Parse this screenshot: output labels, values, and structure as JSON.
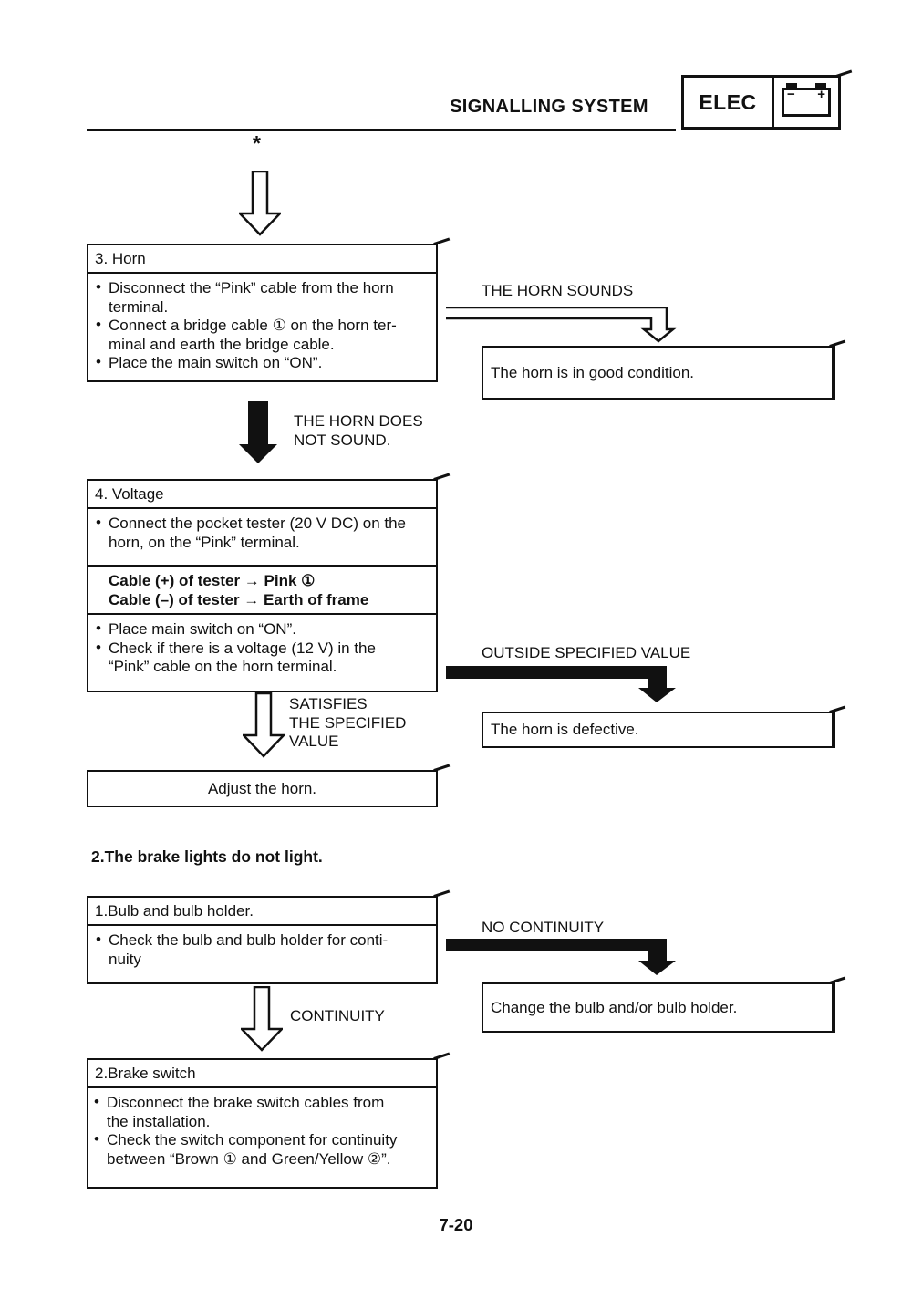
{
  "colors": {
    "ink": "#111111",
    "paper": "#ffffff"
  },
  "header": {
    "title": "SIGNALLING SYSTEM",
    "tab": {
      "label": "ELEC",
      "battery_minus": "−",
      "battery_plus": "+"
    }
  },
  "flow_horn": {
    "asterisk": "*",
    "step3": {
      "header": "3. Horn",
      "bullets": [
        "Disconnect the “Pink” cable from the horn\nterminal.",
        "Connect a bridge cable ① on the horn ter-\nminal and earth the bridge cable.",
        "Place the main switch on “ON”."
      ]
    },
    "horn_sounds_label": "THE HORN SOUNDS",
    "horn_good_box": "The horn is in good condition.",
    "horn_not_sound_label": "THE HORN DOES\nNOT SOUND.",
    "step4": {
      "header": "4. Voltage",
      "bullets_top": [
        "Connect the pocket tester (20 V DC) on the\nhorn, on the “Pink” terminal."
      ],
      "tester_lines": [
        "Cable (+) of tester  → Pink ①",
        "Cable (–) of tester → Earth of frame"
      ],
      "bullets_bottom": [
        "Place main switch on “ON”.",
        "Check if there is a voltage (12 V) in the\n“Pink” cable on the horn terminal."
      ]
    },
    "outside_value_label": "OUTSIDE SPECIFIED VALUE",
    "horn_defective_box": "The horn is defective.",
    "satisfies_label": "SATISFIES\nTHE SPECIFIED\nVALUE",
    "adjust_horn_box": "Adjust the horn."
  },
  "flow_brake": {
    "heading": "2.The brake lights do not light.",
    "step1": {
      "header": "1.Bulb and bulb holder.",
      "bullets": [
        "Check the bulb and bulb holder for conti-\nnuity"
      ]
    },
    "no_continuity_label": "NO CONTINUITY",
    "change_bulb_box": "Change the bulb and/or bulb holder.",
    "continuity_label": "CONTINUITY",
    "step2": {
      "header": "2.Brake switch",
      "bullets": [
        "Disconnect the brake switch cables from\nthe installation.",
        "Check the switch component for continuity\nbetween “Brown ① and Green/Yellow ②”."
      ]
    }
  },
  "footer": {
    "page_number": "7-20"
  }
}
